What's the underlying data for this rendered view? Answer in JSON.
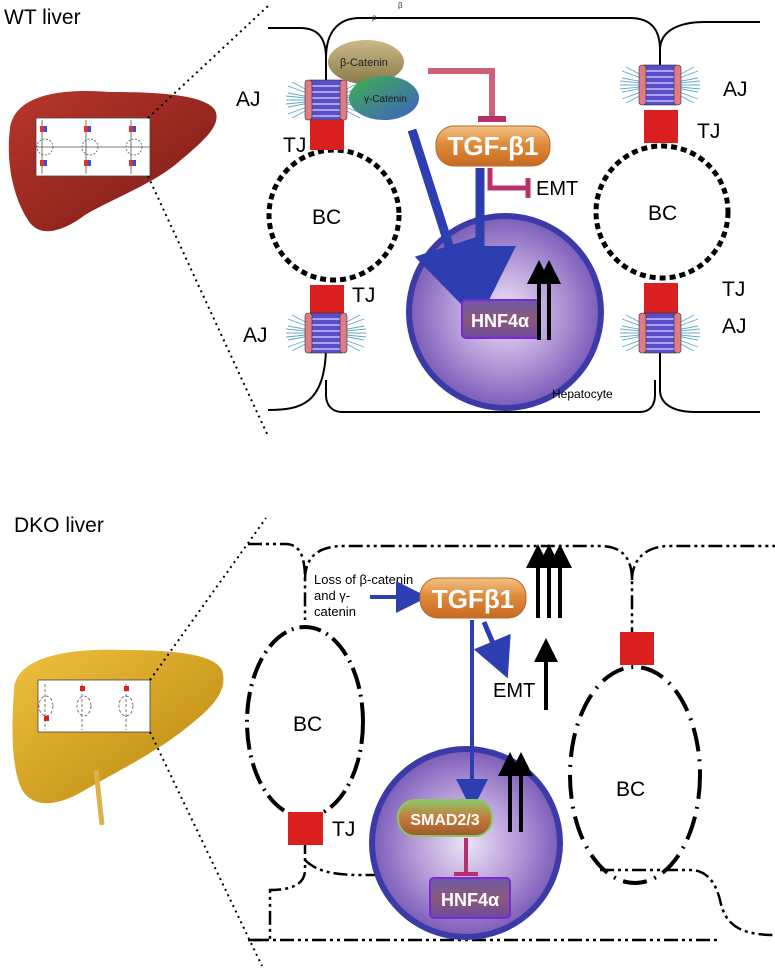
{
  "wt": {
    "title": "WT liver",
    "beta_catenin": "β-Catenin",
    "gamma_catenin": "γ-Catenin",
    "tgf": "TGF-β1",
    "emt": "EMT",
    "bc": "BC",
    "aj": "AJ",
    "tj": "TJ",
    "hnf": "HNF4α",
    "hepatocyte": "Hepatocyte",
    "stray_beta": "β"
  },
  "dko": {
    "title": "DKO liver",
    "loss_line1": "Loss of β-catenin",
    "loss_line2": "and γ-",
    "loss_line3": "catenin",
    "tgf": "TGFβ1",
    "emt": "EMT",
    "bc": "BC",
    "tj": "TJ",
    "smad": "SMAD2/3",
    "hnf": "HNF4α"
  },
  "colors": {
    "liver_wt": "#a32a22",
    "liver_dko": "#d9a620",
    "junction_red": "#d91f1f",
    "arrow_blue": "#2d3fb0",
    "inhibit_pink": "#b8306a",
    "nucleus": "#6a4fb0"
  }
}
